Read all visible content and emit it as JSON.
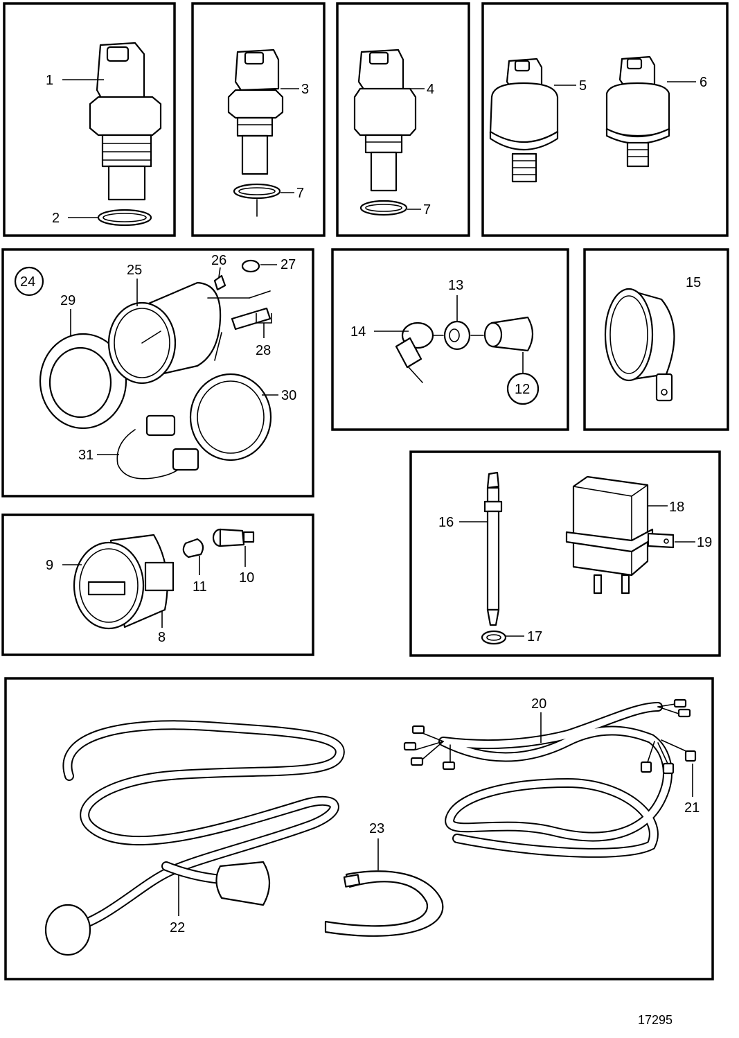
{
  "drawing": {
    "reference_number": "17295",
    "callouts": {
      "c1": "1",
      "c2": "2",
      "c3": "3",
      "c4": "4",
      "c5": "5",
      "c6": "6",
      "c7a": "7",
      "c7b": "7",
      "c8": "8",
      "c9": "9",
      "c10": "10",
      "c11": "11",
      "c12": "12",
      "c13": "13",
      "c14": "14",
      "c15": "15",
      "c16": "16",
      "c17": "17",
      "c18": "18",
      "c19": "19",
      "c20": "20",
      "c21": "21",
      "c22": "22",
      "c23": "23",
      "c24": "24",
      "c25": "25",
      "c26": "26",
      "c27": "27",
      "c28": "28",
      "c29": "29",
      "c30": "30",
      "c31": "31"
    }
  }
}
